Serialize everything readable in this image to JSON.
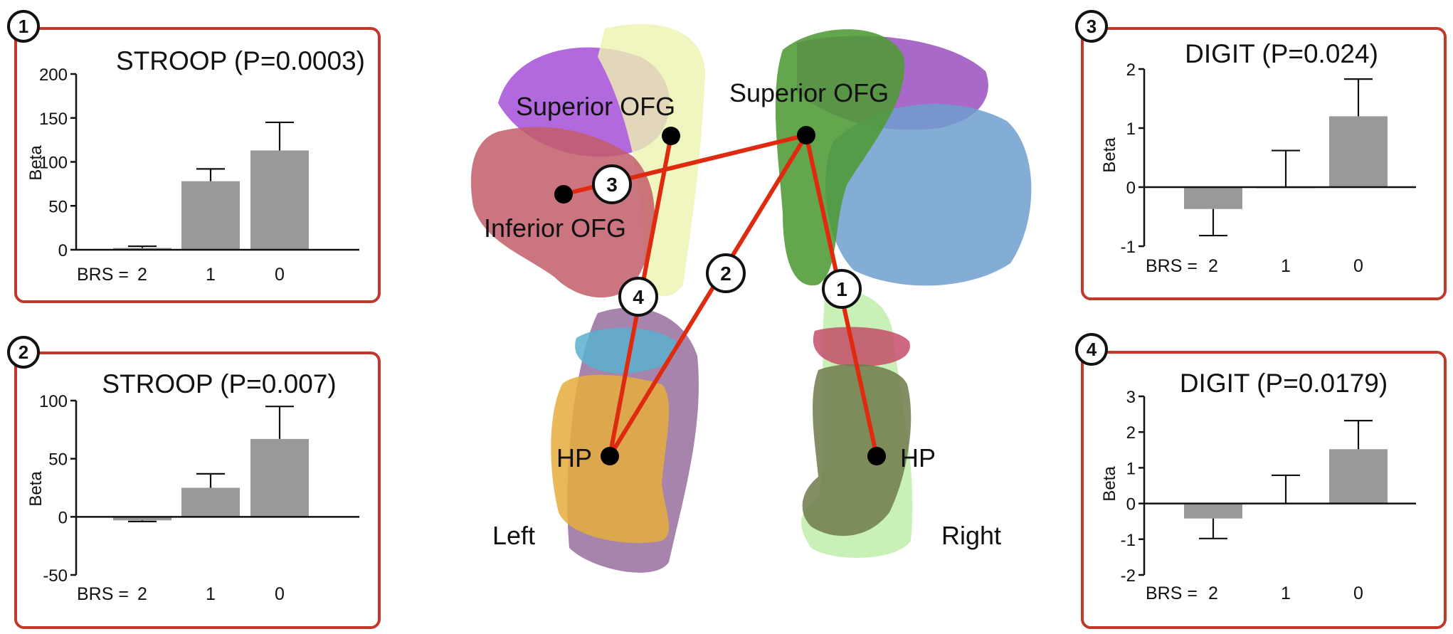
{
  "panels": [
    {
      "badge": "1",
      "title": "STROOP (P=0.0003)",
      "ylabel": "Beta",
      "brs_label": "BRS ="
    },
    {
      "badge": "2",
      "title": "STROOP (P=0.007)",
      "ylabel": "Beta",
      "brs_label": "BRS ="
    },
    {
      "badge": "3",
      "title": "DIGIT (P=0.024)",
      "ylabel": "Beta",
      "brs_label": "BRS ="
    },
    {
      "badge": "4",
      "title": "DIGIT (P=0.0179)",
      "ylabel": "Beta",
      "brs_label": "BRS ="
    }
  ],
  "chart_data": [
    {
      "type": "bar",
      "title": "STROOP (P=0.0003)",
      "xlabel": "BRS =",
      "ylabel": "Beta",
      "categories": [
        "2",
        "1",
        "0"
      ],
      "values": [
        2,
        78,
        113
      ],
      "errors": [
        2,
        14,
        32
      ],
      "ylim": [
        0,
        200
      ],
      "yticks": [
        0,
        50,
        100,
        150,
        200
      ],
      "bar_color": "#999999"
    },
    {
      "type": "bar",
      "title": "STROOP (P=0.007)",
      "xlabel": "BRS =",
      "ylabel": "Beta",
      "categories": [
        "2",
        "1",
        "0"
      ],
      "values": [
        -3,
        25,
        67
      ],
      "errors": [
        1,
        12,
        28
      ],
      "ylim": [
        -50,
        100
      ],
      "yticks": [
        -50,
        0,
        50,
        100
      ],
      "bar_color": "#999999"
    },
    {
      "type": "bar",
      "title": "DIGIT (P=0.024)",
      "xlabel": "BRS =",
      "ylabel": "Beta",
      "categories": [
        "2",
        "1",
        "0"
      ],
      "values": [
        -0.37,
        0.0,
        1.2
      ],
      "errors": [
        0.45,
        0.62,
        0.63
      ],
      "ylim": [
        -1,
        2
      ],
      "yticks": [
        -1,
        0,
        1,
        2
      ],
      "bar_color": "#999999"
    },
    {
      "type": "bar",
      "title": "DIGIT (P=0.0179)",
      "xlabel": "BRS =",
      "ylabel": "Beta",
      "categories": [
        "2",
        "1",
        "0"
      ],
      "values": [
        -0.42,
        0.02,
        1.52
      ],
      "errors": [
        0.56,
        0.77,
        0.8
      ],
      "ylim": [
        -2,
        3
      ],
      "yticks": [
        -2,
        -1,
        0,
        1,
        2,
        3
      ],
      "bar_color": "#999999"
    }
  ],
  "brain": {
    "labels": {
      "superior_ofg_left": "Superior OFG",
      "superior_ofg_right": "Superior OFG",
      "inferior_ofg": "Inferior OFG",
      "hp_left": "HP",
      "hp_right": "HP",
      "left": "Left",
      "right": "Right"
    },
    "connections": [
      "1",
      "2",
      "3",
      "4"
    ],
    "line_color": "#e02a10"
  }
}
